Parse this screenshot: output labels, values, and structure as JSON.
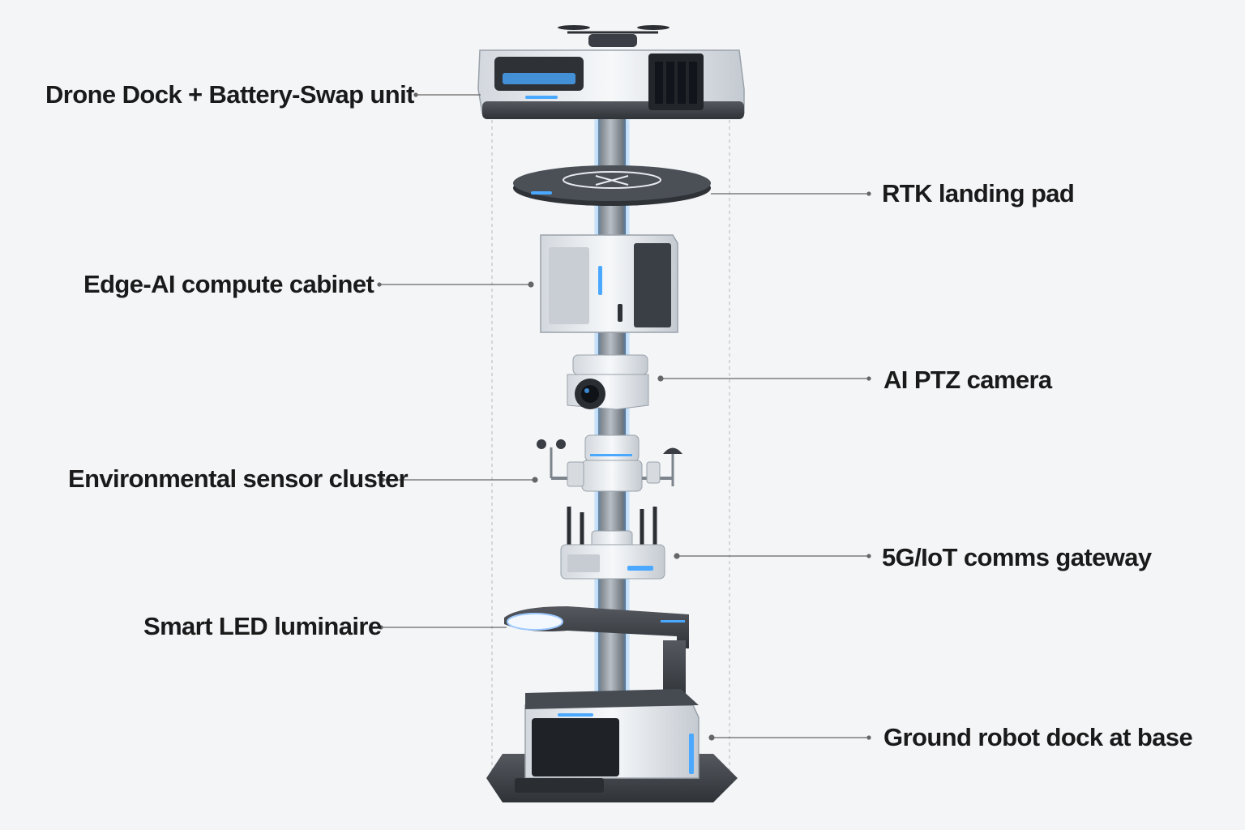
{
  "labels": {
    "drone_dock": "Drone Dock + Battery-Swap unit",
    "rtk_pad": "RTK landing pad",
    "edge_ai": "Edge-AI compute cabinet",
    "ptz_camera": "AI PTZ camera",
    "env_sensors": "Environmental sensor cluster",
    "comms_gateway": "5G/IoT comms gateway",
    "led_luminaire": "Smart LED luminaire",
    "robot_dock": "Ground robot dock at base"
  },
  "colors": {
    "background": "#f4f5f7",
    "accent_glow": "#4aa8ff",
    "pole": "#8d949c",
    "body_light": "#e9ecf0",
    "body_dark": "#3c4148",
    "leader_line": "#666666"
  }
}
